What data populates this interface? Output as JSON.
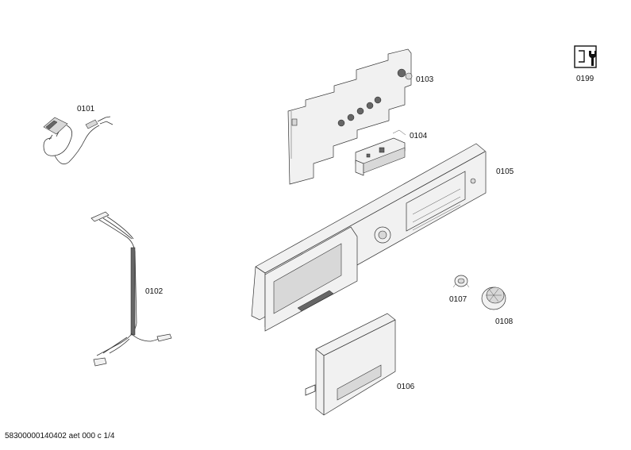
{
  "parts": [
    {
      "id": "0101",
      "icon": "power-cord-plug"
    },
    {
      "id": "0102",
      "icon": "wire-harness"
    },
    {
      "id": "0103",
      "icon": "control-board"
    },
    {
      "id": "0104",
      "icon": "display-module"
    },
    {
      "id": "0105",
      "icon": "control-panel-fascia"
    },
    {
      "id": "0106",
      "icon": "detergent-drawer-handle"
    },
    {
      "id": "0107",
      "icon": "knob-insert"
    },
    {
      "id": "0108",
      "icon": "program-selector-knob"
    },
    {
      "id": "0199",
      "icon": "service-wrench-icon"
    }
  ],
  "footer": "58300000140402 aet 000 c 1/4"
}
